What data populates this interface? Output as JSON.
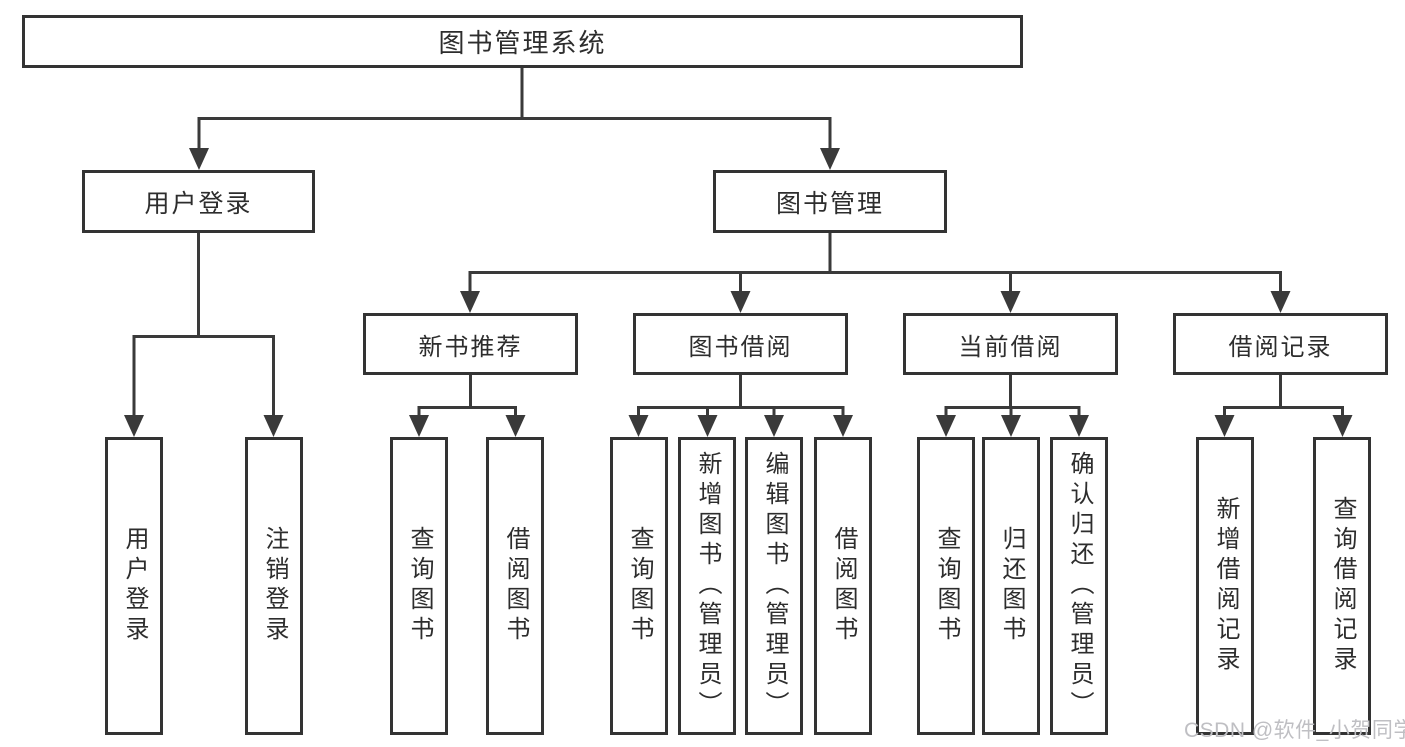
{
  "tree": {
    "label": "图书管理系统",
    "children": [
      {
        "label": "用户登录",
        "children": [
          {
            "label": "用户登录"
          },
          {
            "label": "注销登录"
          }
        ]
      },
      {
        "label": "图书管理",
        "children": [
          {
            "label": "新书推荐",
            "children": [
              {
                "label": "查询图书"
              },
              {
                "label": "借阅图书"
              }
            ]
          },
          {
            "label": "图书借阅",
            "children": [
              {
                "label": "查询图书"
              },
              {
                "label": "新增图书（管理员）"
              },
              {
                "label": "编辑图书（管理员）"
              },
              {
                "label": "借阅图书"
              }
            ]
          },
          {
            "label": "当前借阅",
            "children": [
              {
                "label": "查询图书"
              },
              {
                "label": "归还图书"
              },
              {
                "label": "确认归还（管理员）"
              }
            ]
          },
          {
            "label": "借阅记录",
            "children": [
              {
                "label": "新增借阅记录"
              },
              {
                "label": "查询借阅记录"
              }
            ]
          }
        ]
      }
    ]
  },
  "watermark": "CSDN @软件_小贺同学",
  "colors": {
    "line": "#3a3a3a",
    "box_border": "#333333",
    "text": "#2d2d2d",
    "background": "#ffffff",
    "watermark": "#bfbfc3"
  }
}
